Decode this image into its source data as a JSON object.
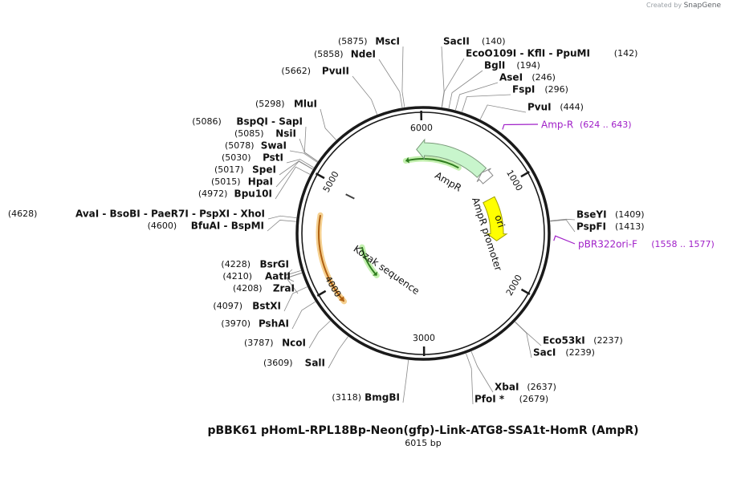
{
  "brand": {
    "prefix": "Created by",
    "name": "SnapGene"
  },
  "plasmid": {
    "name": "pBBK61 pHomL-RPL18Bp-Neon(gfp)-Link-ATG8-SSA1t-HomR (AmpR)",
    "length_label": "6015 bp",
    "length": 6015
  },
  "ticks": [
    {
      "pos": 1000,
      "label": "1000"
    },
    {
      "pos": 2000,
      "label": "2000"
    },
    {
      "pos": 3000,
      "label": "3000"
    },
    {
      "pos": 4000,
      "label": "4000"
    },
    {
      "pos": 5000,
      "label": "5000"
    },
    {
      "pos": 6000,
      "label": "6000"
    }
  ],
  "enzymes": [
    {
      "side": "right",
      "site": 140,
      "text": "SacII",
      "pos_text": "(140)"
    },
    {
      "side": "right",
      "site": 142,
      "text": "EcoO109I - KflI - PpuMI",
      "pos_text": "(142)"
    },
    {
      "side": "right",
      "site": 194,
      "text": "BglI",
      "pos_text": "(194)"
    },
    {
      "side": "right",
      "site": 246,
      "text": "AseI",
      "pos_text": "(246)"
    },
    {
      "side": "right",
      "site": 296,
      "text": "FspI",
      "pos_text": "(296)"
    },
    {
      "side": "right",
      "site": 444,
      "text": "PvuI",
      "pos_text": "(444)"
    },
    {
      "side": "right",
      "site": 1409,
      "text": "BseYI",
      "pos_text": "(1409)"
    },
    {
      "side": "right",
      "site": 1413,
      "text": "PspFI",
      "pos_text": "(1413)"
    },
    {
      "side": "right",
      "site": 2237,
      "text": "Eco53kI",
      "pos_text": "(2237)"
    },
    {
      "side": "right",
      "site": 2239,
      "text": "SacI",
      "pos_text": "(2239)"
    },
    {
      "side": "right",
      "site": 2637,
      "text": "XbaI",
      "pos_text": "(2637)"
    },
    {
      "side": "right",
      "site": 2679,
      "text": "PfoI *",
      "pos_text": "(2679)"
    },
    {
      "side": "left",
      "site": 3118,
      "text": "BmgBI",
      "pos_text": "(3118)"
    },
    {
      "side": "left",
      "site": 3609,
      "text": "SalI",
      "pos_text": "(3609)"
    },
    {
      "side": "left",
      "site": 3787,
      "text": "NcoI",
      "pos_text": "(3787)"
    },
    {
      "side": "left",
      "site": 3970,
      "text": "PshAI",
      "pos_text": "(3970)"
    },
    {
      "side": "left",
      "site": 4097,
      "text": "BstXI",
      "pos_text": "(4097)"
    },
    {
      "side": "left",
      "site": 4208,
      "text": "ZraI",
      "pos_text": "(4208)"
    },
    {
      "side": "left",
      "site": 4210,
      "text": "AatII",
      "pos_text": "(4210)"
    },
    {
      "side": "left",
      "site": 4228,
      "text": "BsrGI",
      "pos_text": "(4228)"
    },
    {
      "side": "left",
      "site": 4600,
      "text": "BfuAI - BspMI",
      "pos_text": "(4600)"
    },
    {
      "side": "left",
      "site": 4628,
      "text": "AvaI - BsoBI - PaeR7I - PspXI - XhoI",
      "pos_text": "(4628)"
    },
    {
      "side": "left",
      "site": 4972,
      "text": "Bpu10I",
      "pos_text": "(4972)"
    },
    {
      "side": "left",
      "site": 5015,
      "text": "HpaI",
      "pos_text": "(5015)"
    },
    {
      "side": "left",
      "site": 5017,
      "text": "SpeI",
      "pos_text": "(5017)"
    },
    {
      "side": "left",
      "site": 5030,
      "text": "PstI",
      "pos_text": "(5030)"
    },
    {
      "side": "left",
      "site": 5078,
      "text": "SwaI",
      "pos_text": "(5078)"
    },
    {
      "side": "left",
      "site": 5085,
      "text": "NsiI",
      "pos_text": "(5085)"
    },
    {
      "side": "left",
      "site": 5086,
      "text": "BspQI - SapI",
      "pos_text": "(5086)"
    },
    {
      "side": "left",
      "site": 5298,
      "text": "MluI",
      "pos_text": "(5298)"
    },
    {
      "side": "left",
      "site": 5662,
      "text": "PvuII",
      "pos_text": "(5662)"
    },
    {
      "side": "left",
      "site": 5858,
      "text": "NdeI",
      "pos_text": "(5858)"
    },
    {
      "side": "left",
      "site": 5875,
      "text": "MscI",
      "pos_text": "(5875)"
    }
  ],
  "primers": [
    {
      "site": 624,
      "text": "Amp-R",
      "range_text": "(624 .. 643)",
      "color": "#a020c8"
    },
    {
      "site": 1558,
      "text": "pBR322ori-F",
      "range_text": "(1558 .. 1577)",
      "color": "#a020c8"
    }
  ],
  "features": [
    {
      "text": "AmpR",
      "start": 5940,
      "end": 735,
      "direction": "ccw",
      "color": "#c8f5cc",
      "stroke": "#7a9a7a"
    },
    {
      "text": "AmpR promoter",
      "start": 735,
      "end": 840,
      "direction": "ccw",
      "color": "#ffffff",
      "stroke": "#8a8a8a"
    },
    {
      "text": "ori",
      "start": 1050,
      "end": 1600,
      "direction": "cw",
      "color": "#ffff00",
      "stroke": "#a0a000"
    },
    {
      "text": "Kozak sequence",
      "start": 4960,
      "end": 4965,
      "direction": "none",
      "color": "#404040",
      "stroke": "#404040"
    }
  ],
  "arcs": [
    {
      "start": 5790,
      "end": 475,
      "direction": "ccw",
      "color": "#2f7d1f",
      "glow": "#c4f0b0"
    },
    {
      "start": 3805,
      "end": 4300,
      "direction": "ccw",
      "color": "#2f7d1f",
      "glow": "#c4f0b0"
    },
    {
      "start": 3830,
      "end": 4680,
      "direction": "ccw",
      "color": "#b06010",
      "glow": "#f5d090"
    }
  ],
  "colors": {
    "backbone": "#1a1a1a",
    "label": "#111111",
    "leader": "#888888",
    "primer": "#a020c8"
  }
}
